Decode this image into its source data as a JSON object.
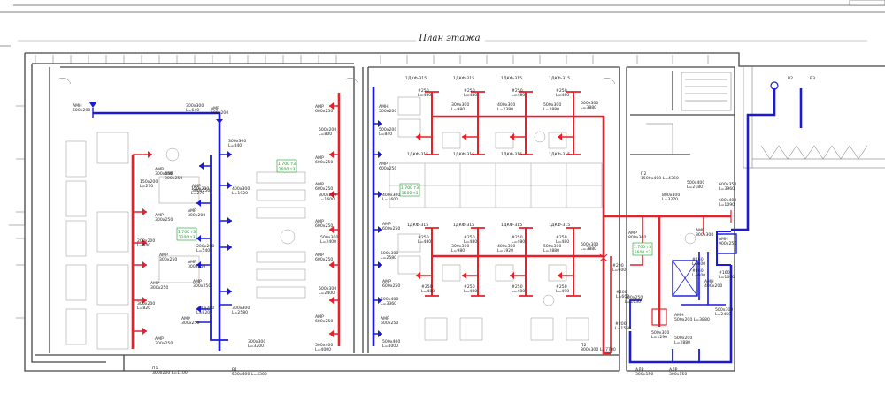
{
  "drawing": {
    "title": "План этажа"
  },
  "colors": {
    "supply_duct": "#e8202a",
    "exhaust_duct": "#1a1ad8",
    "zone_box": "#1a9a2a",
    "walls": "#444444"
  },
  "zone_tags": [
    {
      "line1": "1.700 т3",
      "line2": "1600 т3"
    },
    {
      "line1": "1.700 т3",
      "line2": "1600 т3"
    },
    {
      "line1": "1.700 т3",
      "line2": "1200 т3"
    },
    {
      "line1": "1.700 т3",
      "line2": "1600 т3"
    }
  ],
  "labels": {
    "left_wing": [
      "АМН 500х200",
      "300х300 L=640",
      "АМР 500х200",
      "300х300 L=840",
      "АМР 300х250",
      "АМР 300х250",
      "150х200 L=270",
      "АМР 300х250",
      "150х200 L=270",
      "400х300 L=1920",
      "АМР 300х250",
      "200х200 L=540",
      "АМР 300х200",
      "200х200 L=540",
      "АМР 300х250",
      "АМР 300х250",
      "АМР 300х250",
      "300х200 L=820",
      "300х200 L=820",
      "АМР 300х250",
      "АМР 300х250",
      "300х300 L=2580",
      "300х300 L=3200",
      "АМР 300х250",
      "П1 300х200 L=1100",
      "В1 500х400 L=4300"
    ],
    "middle_wing": [
      "АМР 600х250",
      "500х200 L=800",
      "АМР 600х250",
      "АМР 600х250",
      "300х250 L=1600",
      "АМР 600х250",
      "500х300 L=2400",
      "АМР 600х250",
      "500х300 L=2400",
      "АМР 600х250",
      "500х400 L=4000",
      "АМН 500х200",
      "500х200 L=840",
      "АМР 600х250",
      "400х300 L=1600",
      "АМР 600х250",
      "500х300 L=2580",
      "АМР 600х250",
      "500х400 L=3360",
      "АМР 600х250",
      "500х400 L=4000"
    ],
    "right_wing_upper": [
      "1ДКФ-315",
      "1ДКФ-315",
      "1ДКФ-315",
      "1ДКФ-315",
      "#250 L=480",
      "#250 L=480",
      "#250 L=480",
      "#250 L=480",
      "300х300 L=980",
      "400х300 L=2380",
      "500х300 L=2880",
      "600х300 L=3880",
      "1ДКФ-315",
      "1ДКФ-315",
      "1ДКФ-315",
      "1ДКФ-315"
    ],
    "right_wing_lower": [
      "1ДКФ-315",
      "1ДКФ-315",
      "1ДКФ-315",
      "1ДКФ-315",
      "#250 L=480",
      "#250 L=480",
      "#250 L=480",
      "#250 L=480",
      "300х300 L=980",
      "400х300 L=1920",
      "500х300 L=2880",
      "600х300 L=3880",
      "#250 L=480",
      "#250 L=480",
      "#250 L=480",
      "#250 L=490",
      "П2 800х300 L=7700"
    ],
    "equipment_room": [
      "П2 1500х400 L=4360",
      "800х400 L=3270",
      "500х400 L=2180",
      "600х350 L=3960",
      "600х400 L=1090",
      "АМР 800х300",
      "АМР 300х300",
      "АМН 900х250",
      "#200 L=600",
      "#200 L=600",
      "300х250 L=1630",
      "#160 L=600",
      "#160 L=600",
      "АМН 400х200",
      "500х300 L=2450",
      "АМН 500х200 L=3880",
      "#200 L=1550",
      "#160 L=1060",
      "500х300 L=1290",
      "500х200 L=2880",
      "АЛР 300х150",
      "АЛР 300х150",
      "В2",
      "В3"
    ]
  }
}
